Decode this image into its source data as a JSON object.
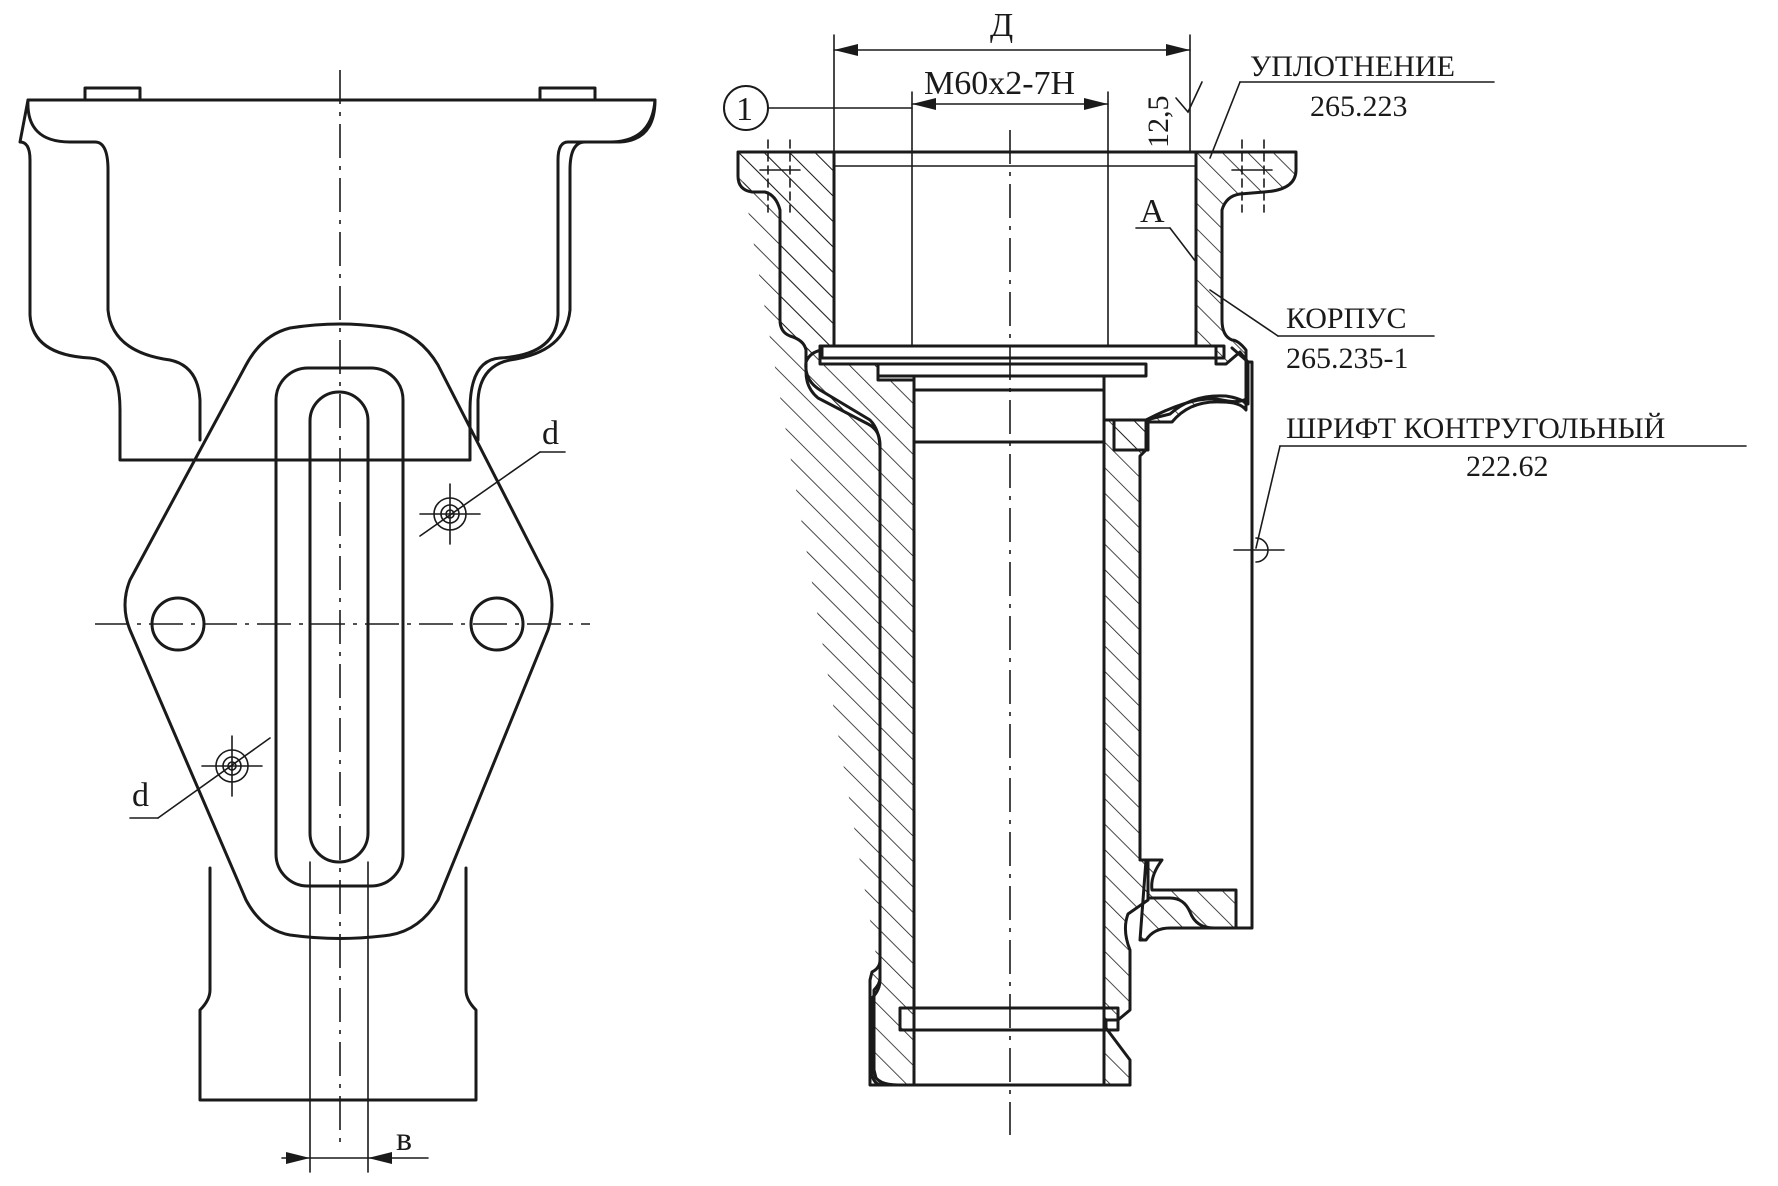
{
  "labels": {
    "dim_D": "Д",
    "thread": "М60х2-7Н",
    "callout_number": "1",
    "roughness": "12,5",
    "surface_A": "А",
    "seal_name": "УПЛОТНЕНИЕ",
    "seal_code": "265.223",
    "body_name": "КОРПУС",
    "body_code": "265.235-1",
    "font_name": "ШРИФТ КОНТРУГОЛЬНЫЙ",
    "font_code": "222.62",
    "hole_d_upper": "d",
    "hole_d_lower": "d",
    "dim_b": "в"
  },
  "colors": {
    "line": "#1a1a1a",
    "background": "#ffffff"
  }
}
